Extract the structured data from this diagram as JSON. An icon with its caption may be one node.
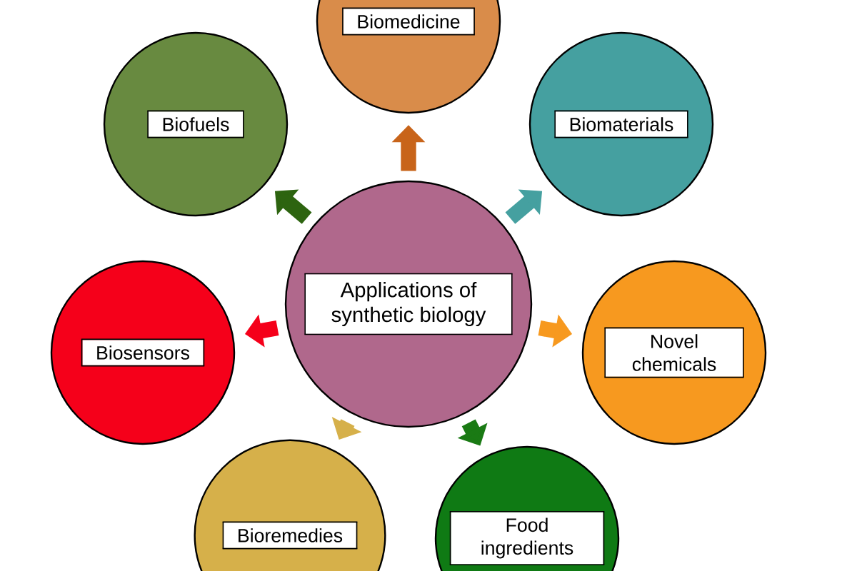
{
  "diagram": {
    "nodes": [
      {
        "text": [
          "Biomedicine"
        ]
      },
      {
        "text": [
          "Biofuels"
        ]
      },
      {
        "text": [
          "Biomaterials"
        ]
      },
      {
        "text": [
          "Applications of synthetic biology"
        ]
      },
      {
        "text": [
          "Biosensors"
        ]
      },
      {
        "text": [
          "Novel chemicals"
        ]
      },
      {
        "text": [
          "Bioremedies"
        ]
      },
      {
        "text": [
          "Food ingredients"
        ]
      }
    ],
    "edges": [
      {
        "from": 3,
        "to": 0,
        "arrow": "to",
        "color": "#c8641a"
      },
      {
        "from": 3,
        "to": 2,
        "arrow": "to",
        "color": "#45a0a0"
      },
      {
        "from": 3,
        "to": 5,
        "arrow": "to",
        "color": "#f7991f"
      },
      {
        "from": 3,
        "to": 7,
        "arrow": "to",
        "color": "#1a7a14"
      },
      {
        "from": 3,
        "to": 6,
        "arrow": "to",
        "color": "#d6b04a"
      },
      {
        "from": 3,
        "to": 4,
        "arrow": "to",
        "color": "#f5001a"
      },
      {
        "from": 3,
        "to": 1,
        "arrow": "to",
        "color": "#2d6410"
      }
    ]
  }
}
